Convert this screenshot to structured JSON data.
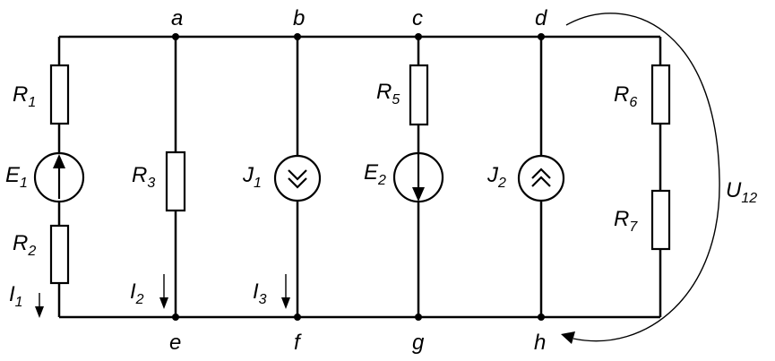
{
  "nodes": {
    "a": "a",
    "b": "b",
    "c": "c",
    "d": "d",
    "e": "e",
    "f": "f",
    "g": "g",
    "h": "h"
  },
  "components": {
    "R1": {
      "main": "R",
      "sub": "1"
    },
    "R2": {
      "main": "R",
      "sub": "2"
    },
    "R3": {
      "main": "R",
      "sub": "3"
    },
    "R5": {
      "main": "R",
      "sub": "5"
    },
    "R6": {
      "main": "R",
      "sub": "6"
    },
    "R7": {
      "main": "R",
      "sub": "7"
    },
    "E1": {
      "main": "E",
      "sub": "1"
    },
    "E2": {
      "main": "E",
      "sub": "2"
    },
    "J1": {
      "main": "J",
      "sub": "1"
    },
    "J2": {
      "main": "J",
      "sub": "2"
    }
  },
  "currents": {
    "I1": {
      "main": "I",
      "sub": "1"
    },
    "I2": {
      "main": "I",
      "sub": "2"
    },
    "I3": {
      "main": "I",
      "sub": "3"
    }
  },
  "voltage": {
    "main": "U",
    "sub": "12"
  }
}
